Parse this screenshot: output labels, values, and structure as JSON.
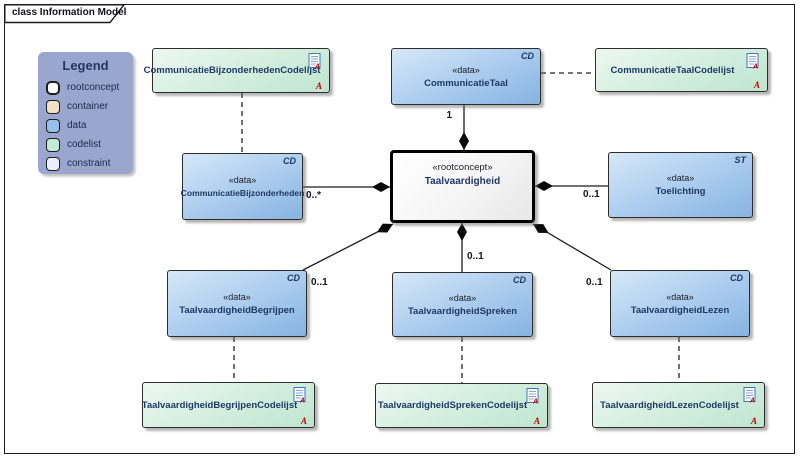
{
  "frame": {
    "title": "class Information Model"
  },
  "legend": {
    "title": "Legend",
    "items": [
      {
        "label": "rootconcept",
        "color": "#ffffff"
      },
      {
        "label": "container",
        "color": "#f4dfc8"
      },
      {
        "label": "data",
        "color": "#95c1ea"
      },
      {
        "label": "codelist",
        "color": "#c6e8d6"
      },
      {
        "label": "constraint",
        "color": "#eceefb"
      }
    ]
  },
  "nodes": {
    "communicatie_taal": {
      "stereotype": "«data»",
      "name": "CommunicatieTaal",
      "marker": "CD"
    },
    "communicatie_bijzonderheden": {
      "stereotype": "«data»",
      "name": "CommunicatieBijzonderheden",
      "marker": "CD"
    },
    "taalvaardigheid": {
      "stereotype": "«rootconcept»",
      "name": "Taalvaardigheid"
    },
    "toelichting": {
      "stereotype": "«data»",
      "name": "Toelichting",
      "marker": "ST"
    },
    "taalvaardigheid_begrijpen": {
      "stereotype": "«data»",
      "name": "TaalvaardigheidBegrijpen",
      "marker": "CD"
    },
    "taalvaardigheid_spreken": {
      "stereotype": "«data»",
      "name": "TaalvaardigheidSpreken",
      "marker": "CD"
    },
    "taalvaardigheid_lezen": {
      "stereotype": "«data»",
      "name": "TaalvaardigheidLezen",
      "marker": "CD"
    }
  },
  "codelists": {
    "communicatie_bijzonderheden": {
      "name": "CommunicatieBijzonderhedenCodelijst",
      "badge": "A"
    },
    "communicatie_taal": {
      "name": "CommunicatieTaalCodelijst",
      "badge": "A"
    },
    "taalvaardigheid_begrijpen": {
      "name": "TaalvaardigheidBegrijpenCodelijst",
      "badge": "A"
    },
    "taalvaardigheid_spreken": {
      "name": "TaalvaardigheidSprekenCodelijst",
      "badge": "A"
    },
    "taalvaardigheid_lezen": {
      "name": "TaalvaardigheidLezenCodelijst",
      "badge": "A"
    }
  },
  "relations": {
    "communicatie_taal": {
      "multiplicity": "1"
    },
    "communicatie_bijzonderheden": {
      "multiplicity": "0..*"
    },
    "toelichting": {
      "multiplicity": "0..1"
    },
    "taalvaardigheid_begrijpen": {
      "multiplicity": "0..1"
    },
    "taalvaardigheid_spreken": {
      "multiplicity": "0..1"
    },
    "taalvaardigheid_lezen": {
      "multiplicity": "0..1"
    }
  },
  "colors": {
    "data_fill": "#9dc3e6",
    "codelist_fill": "#c6e8d6",
    "rootconcept_fill": "#ffffff",
    "container_fill": "#f4dfc8",
    "constraint_fill": "#eceefb",
    "legend_fill": "#9aa6cd",
    "name_text": "#1f3864",
    "badge_red": "#c00000",
    "doc_icon_blue": "#4472c4"
  }
}
